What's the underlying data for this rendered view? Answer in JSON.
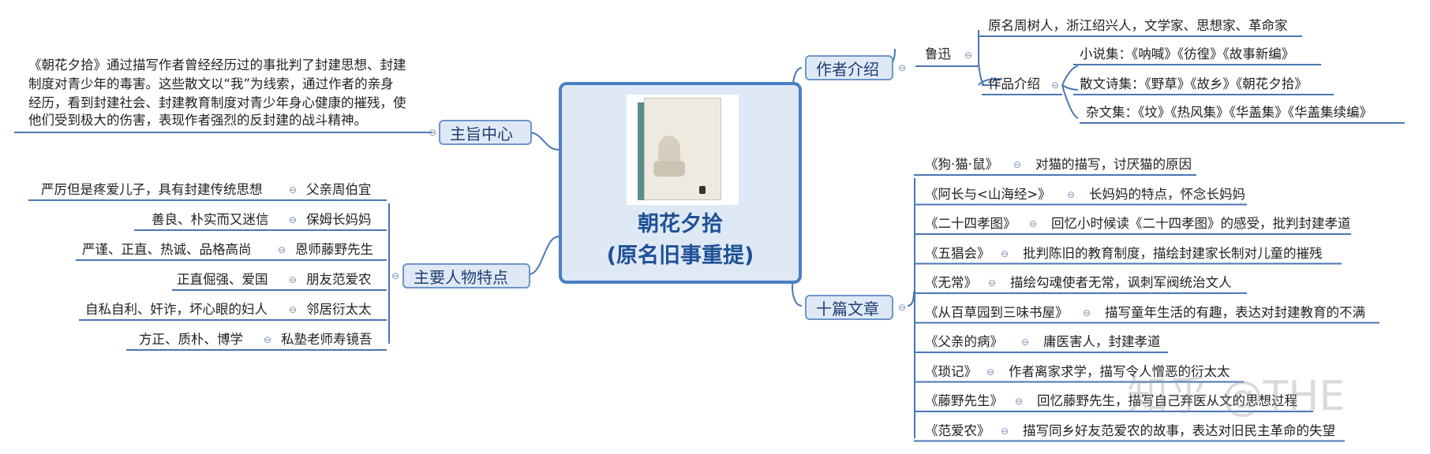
{
  "center": {
    "title_line1": "朝花夕拾",
    "title_line2": "(原名旧事重提)"
  },
  "theme": {
    "label": "主旨中心",
    "text": [
      "《朝花夕拾》通过描写作者曾经经历过的事批判了封建思想、封建",
      "制度对青少年的毒害。这些散文以“我”为线索，通过作者的亲身",
      "经历，看到封建社会、封建教育制度对青少年身心健康的摧残，使",
      "他们受到极大的伤害，表现作者强烈的反封建的战斗精神。"
    ]
  },
  "characters": {
    "label": "主要人物特点",
    "items": [
      {
        "name": "父亲周伯宜",
        "trait": "严厉但是疼爱儿子，具有封建传统思想"
      },
      {
        "name": "保姆长妈妈",
        "trait": "善良、朴实而又迷信"
      },
      {
        "name": "恩师藤野先生",
        "trait": "严谨、正直、热诚、品格高尚"
      },
      {
        "name": "朋友范爱农",
        "trait": "正直倔强、爱国"
      },
      {
        "name": "邻居衍太太",
        "trait": "自私自利、奸诈，坏心眼的妇人"
      },
      {
        "name": "私塾老师寿镜吾",
        "trait": "方正、质朴、博学"
      }
    ]
  },
  "author": {
    "label": "作者介绍",
    "name": "鲁迅",
    "bio": "原名周树人，浙江绍兴人，文学家、思想家、革命家",
    "works_label": "作品介绍",
    "works": [
      "小说集：《呐喊》《彷徨》《故事新编》",
      "散文诗集：《野草》《故乡》《朝花夕拾》",
      "杂文集：《坟》《热风集》《华盖集》《华盖集续编》"
    ]
  },
  "articles": {
    "label": "十篇文章",
    "items": [
      {
        "title": "《狗·猫·鼠》",
        "desc": "对猫的描写，讨厌猫的原因"
      },
      {
        "title": "《阿长与<山海经>》",
        "desc": "长妈妈的特点，怀念长妈妈"
      },
      {
        "title": "《二十四孝图》",
        "desc": "回忆小时候读《二十四孝图》的感受，批判封建孝道"
      },
      {
        "title": "《五猖会》",
        "desc": "批判陈旧的教育制度，描绘封建家长制对儿童的摧残"
      },
      {
        "title": "《无常》",
        "desc": "描绘勾魂使者无常，讽刺军阀统治文人"
      },
      {
        "title": "《从百草园到三味书屋》",
        "desc": "描写童年生活的有趣，表达对封建教育的不满"
      },
      {
        "title": "《父亲的病》",
        "desc": "庸医害人，封建孝道"
      },
      {
        "title": "《琐记》",
        "desc": "作者离家求学，描写令人憎恶的衍太太"
      },
      {
        "title": "《藤野先生》",
        "desc": "回忆藤野先生，描写自己弃医从文的思想过程"
      },
      {
        "title": "《范爱农》",
        "desc": "描写同乡好友范爱农的故事，表达对旧民主革命的失望"
      }
    ]
  },
  "collapse_symbol": "⊖",
  "watermark": "知乎 @THE",
  "colors": {
    "line": "#4a76b3",
    "topic_fill": "#dfe9f6",
    "topic_border": "#6d95c9",
    "title": "#1f5196"
  }
}
